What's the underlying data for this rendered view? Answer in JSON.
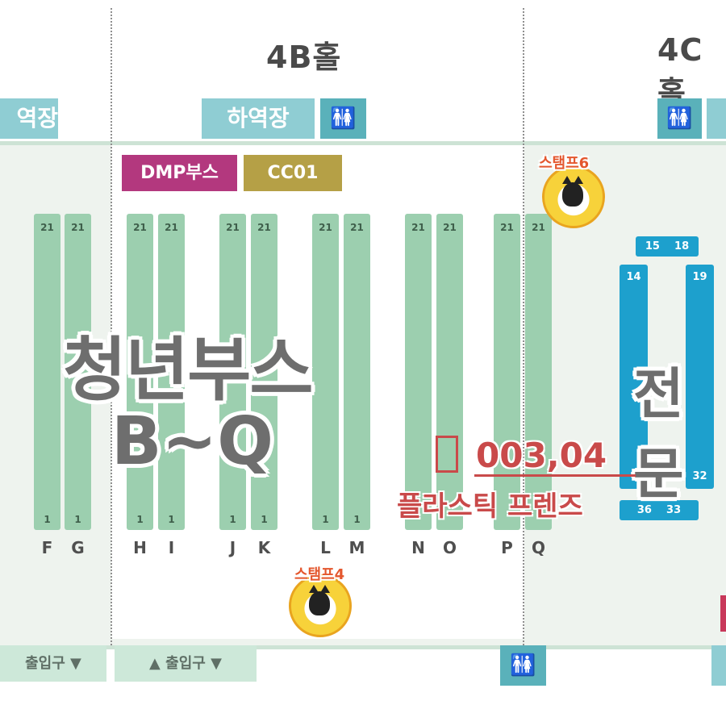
{
  "halls": {
    "left_partial": {
      "dock_label": "역장"
    },
    "hall_4b": {
      "title": "4B홀",
      "dock_label": "하역장"
    },
    "hall_4c": {
      "title": "4C홀"
    }
  },
  "tags": {
    "dmp": {
      "label": "DMP부스",
      "color": "#b3387e"
    },
    "cc01": {
      "label": "CC01",
      "color": "#b5a046"
    }
  },
  "aisles": [
    {
      "letter": "F",
      "top": "21",
      "bottom": "1"
    },
    {
      "letter": "G",
      "top": "21",
      "bottom": "1"
    },
    {
      "letter": "H",
      "top": "21",
      "bottom": "1"
    },
    {
      "letter": "I",
      "top": "21",
      "bottom": "1"
    },
    {
      "letter": "J",
      "top": "21",
      "bottom": "1"
    },
    {
      "letter": "K",
      "top": "21",
      "bottom": "1"
    },
    {
      "letter": "L",
      "top": "21",
      "bottom": "1"
    },
    {
      "letter": "M",
      "top": "21",
      "bottom": "1"
    },
    {
      "letter": "N",
      "top": "21",
      "bottom": ""
    },
    {
      "letter": "O",
      "top": "21",
      "bottom": ""
    },
    {
      "letter": "P",
      "top": "21",
      "bottom": ""
    },
    {
      "letter": "Q",
      "top": "21",
      "bottom": ""
    }
  ],
  "youth_booth": {
    "line1": "청년부스",
    "line2": "B~Q"
  },
  "pro_booth": {
    "label": "전문",
    "nums": {
      "a": "15",
      "b": "18",
      "c": "14",
      "d": "19",
      "e": "32",
      "f": "36",
      "g": "33"
    }
  },
  "stamps": {
    "stamp6": "스탬프6",
    "stamp4": "스탬프4"
  },
  "highlight": {
    "code": "003,04",
    "name": "플라스틱 프렌즈"
  },
  "entrances": {
    "left": "출입구 ▼",
    "right": "▲ 출입구 ▼"
  },
  "icons": {
    "restroom": "restroom-icon"
  },
  "colors": {
    "aisle": "#9ccfaf",
    "pro_booth": "#1da0cd",
    "dock": "#8fcdd3",
    "highlight": "#c94a4a"
  }
}
